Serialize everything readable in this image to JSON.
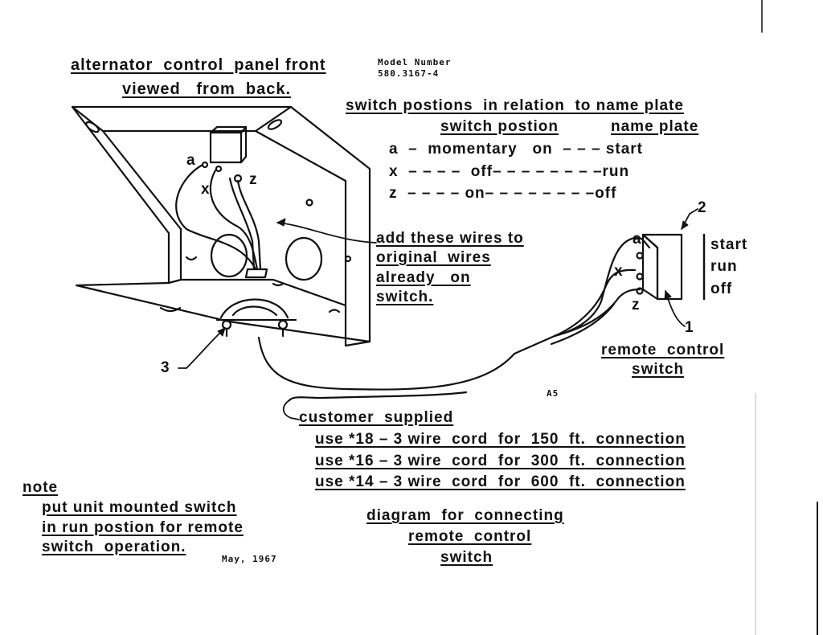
{
  "header": {
    "title_line1": "alternator  control  panel front",
    "title_line2": "viewed   from  back.",
    "model_label": "Model Number",
    "model_number": "580.3167-4"
  },
  "switch_table": {
    "heading": "switch postions  in relation  to name plate",
    "col1": "switch postion",
    "col2": "name plate",
    "rows": [
      "a  –  momentary   on  – – – start",
      "x  – – – –  off– – – – – – – –run",
      "z  – – – – on– – – – – – – –off"
    ]
  },
  "panel_labels": {
    "a": "a",
    "x": "x",
    "z": "z",
    "add_wires": [
      "add these wires to",
      "original  wires",
      "already   on",
      "switch."
    ],
    "callout_3": "3"
  },
  "remote_switch": {
    "callout_2": "2",
    "callout_1": "1",
    "a": "a",
    "x": "x",
    "z": "z",
    "positions": [
      "start",
      "run",
      "off"
    ],
    "label_line1": "remote  control",
    "label_line2": "switch",
    "mark": "A5"
  },
  "cord_notes": {
    "customer": "customer  supplied",
    "lines": [
      "use *18 – 3 wire  cord  for  150  ft.  connection",
      "use *16 – 3 wire  cord  for  300  ft.  connection",
      "use *14 – 3 wire  cord  for  600  ft.  connection"
    ]
  },
  "note": {
    "heading": "note",
    "lines": [
      "put unit mounted switch",
      "in run postion for remote",
      "switch  operation."
    ],
    "date": "May, 1967"
  },
  "caption": {
    "line1": "diagram  for  connecting",
    "line2": "remote  control",
    "line3": "switch"
  }
}
